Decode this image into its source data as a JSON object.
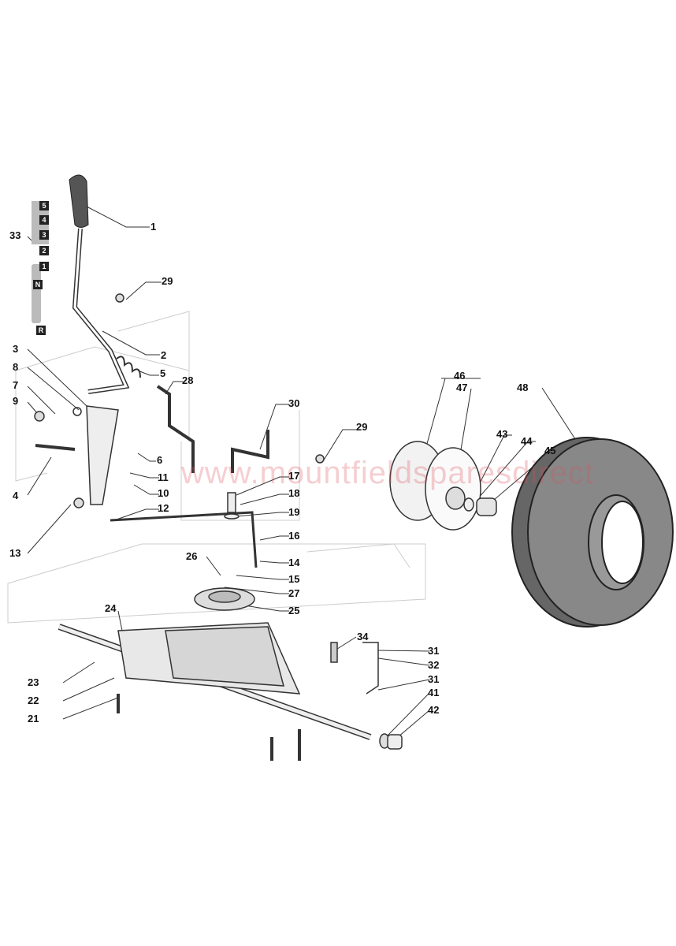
{
  "diagram": {
    "watermark": "www.mountfieldsparesdirect",
    "gear_gate": [
      "5",
      "4",
      "3",
      "2",
      "1",
      "N",
      "R"
    ],
    "callouts": [
      "1",
      "33",
      "29",
      "2",
      "3",
      "8",
      "5",
      "28",
      "7",
      "9",
      "30",
      "29",
      "6",
      "17",
      "11",
      "18",
      "10",
      "4",
      "19",
      "12",
      "16",
      "13",
      "26",
      "14",
      "15",
      "27",
      "25",
      "24",
      "34",
      "31",
      "32",
      "23",
      "31",
      "22",
      "41",
      "21",
      "42",
      "46",
      "47",
      "48",
      "43",
      "44",
      "45"
    ]
  }
}
